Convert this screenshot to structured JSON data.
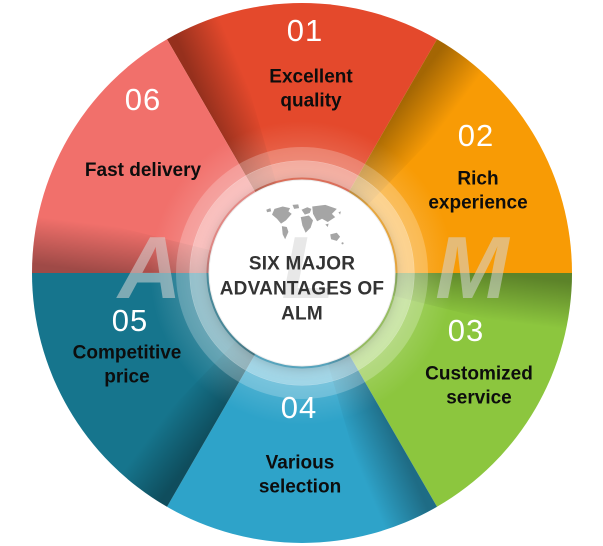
{
  "center": {
    "title": "SIX MAJOR ADVANTAGES OF ALM"
  },
  "watermark": {
    "text": "ALM"
  },
  "segments": [
    {
      "number": "01",
      "label": "Excellent quality",
      "icon": "flag-mountain-icon",
      "color": "#E4492C"
    },
    {
      "number": "02",
      "label": "Rich experience",
      "icon": "laptop-icon",
      "color": "#F89B05"
    },
    {
      "number": "03",
      "label": "Customized service",
      "icon": "growth-chart-icon",
      "color": "#8CC63E"
    },
    {
      "number": "04",
      "label": "Various selection",
      "icon": "document-search-icon",
      "color": "#2EA3C9"
    },
    {
      "number": "05",
      "label": "Competitive price",
      "icon": "alarm-clock-icon",
      "color": "#16758D"
    },
    {
      "number": "06",
      "label": "Fast delivery",
      "icon": "delivery-truck-icon",
      "color": "#F1706B"
    }
  ],
  "colors": {
    "map": "#A5A5A5",
    "hub": "#FFFFFF",
    "title_text": "#333333",
    "number_text": "#FFFFFF",
    "label_text": "#0D0D0D",
    "segment_edge_shadow": "#000000"
  }
}
